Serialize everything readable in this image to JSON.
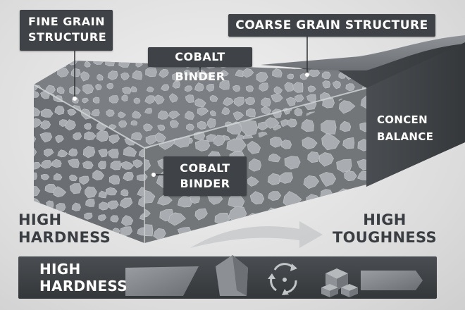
{
  "callouts": {
    "fine_grain": [
      "FINE GRAIN",
      "STRUCTURE"
    ],
    "coarse_grain": "COARSE GRAIN STRUCTURE",
    "cobalt_binder_top": "COBALT BINDER",
    "cobalt_binder_side": [
      "COBALT",
      "BINDER"
    ]
  },
  "labels": {
    "high_hardness": [
      "HIGH",
      "HARDNESS"
    ],
    "high_toughness": [
      "HIGH",
      "TOUGHNESS"
    ],
    "concept_balance": [
      "CONCEN",
      "BALANCE"
    ]
  },
  "legend_bar": {
    "label": [
      "HIGH",
      "HARDNESS"
    ],
    "icons": [
      "blade-icon",
      "wedge-block-icon",
      "recycle-arrows-icon",
      "cube-cluster-icon",
      "arrow-bar-icon"
    ]
  },
  "colors": {
    "panel": "#3f4347",
    "binder": "#6e7276",
    "grain": "#a9acb0",
    "background": "#e6e6e6"
  }
}
